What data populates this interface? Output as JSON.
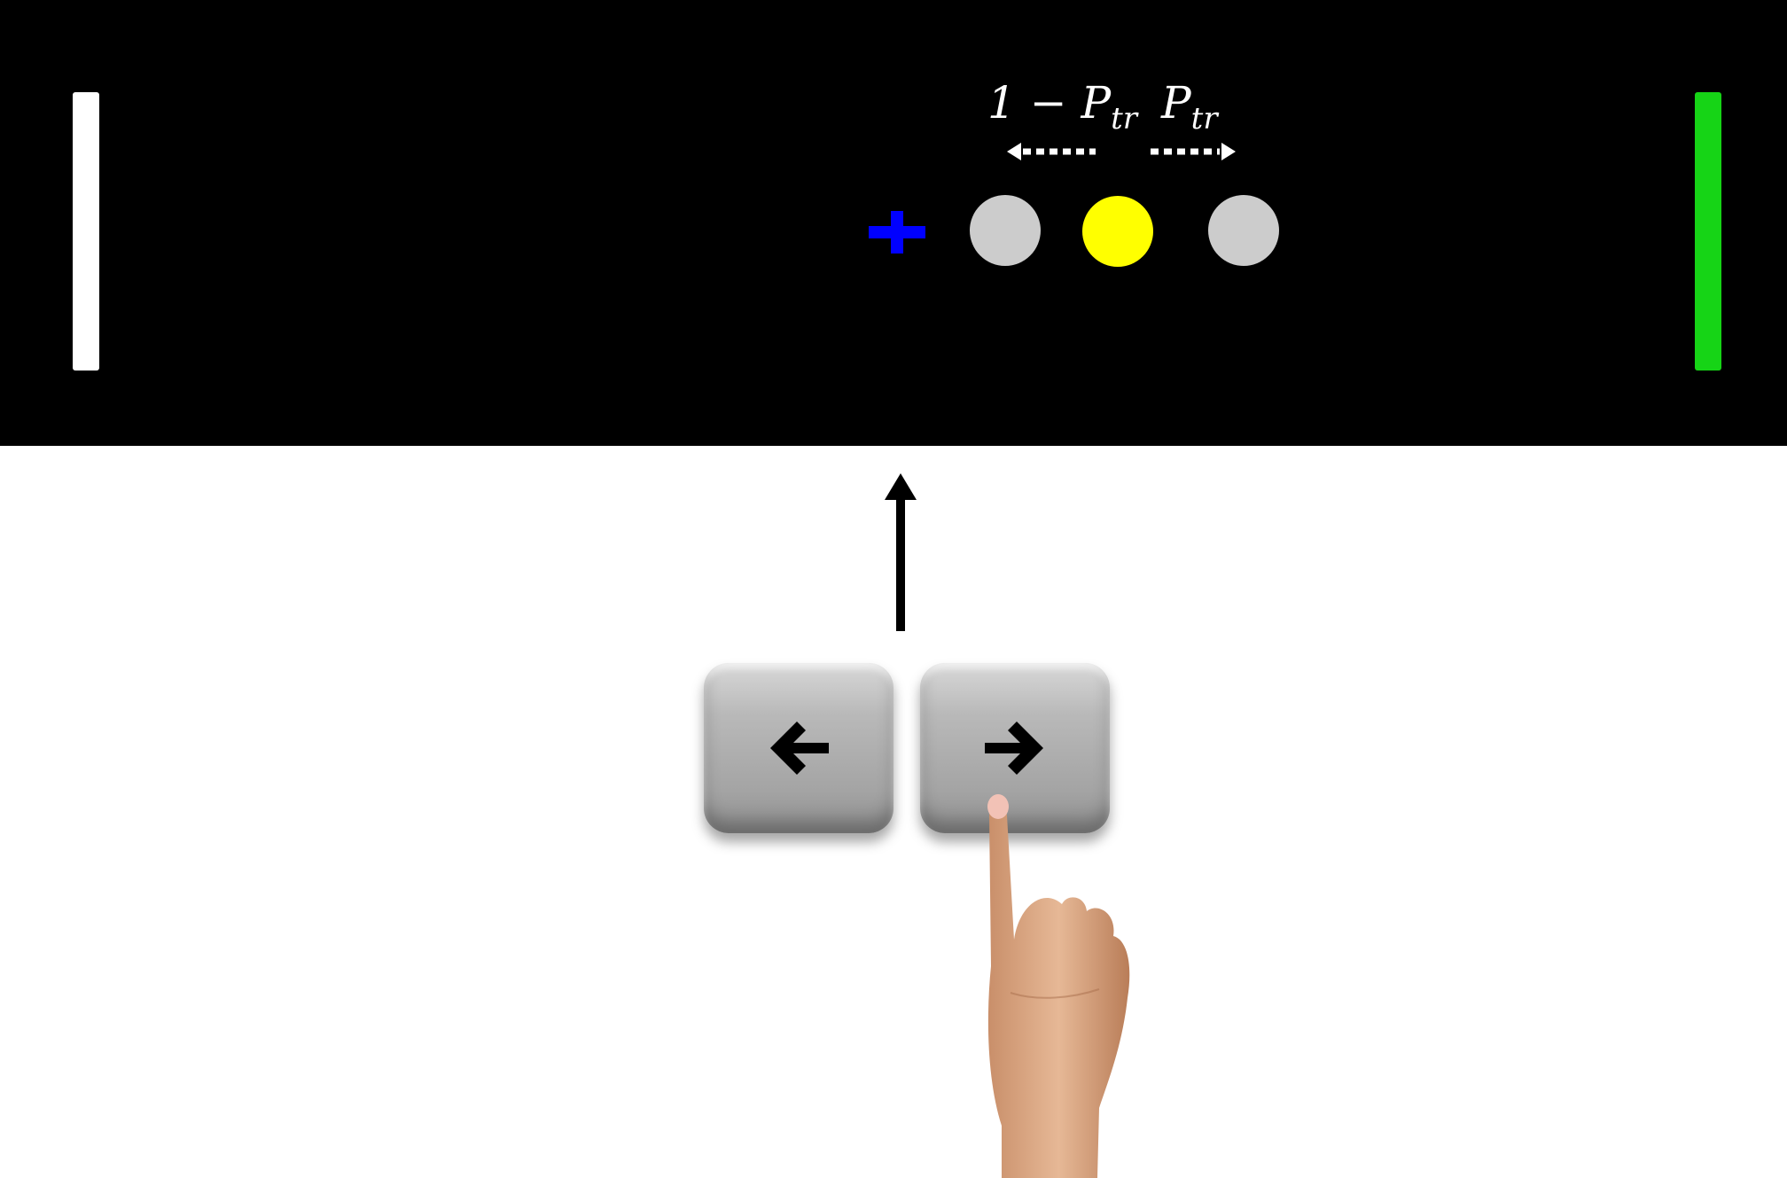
{
  "screen": {
    "background": "#000000",
    "bar_left_color": "#ffffff",
    "bar_right_color": "#16d416",
    "fixation_icon": "plus-icon",
    "fixation_color": "#0000ff",
    "dots": [
      {
        "id": "left",
        "color": "#cccccc"
      },
      {
        "id": "center",
        "color": "#ffff00"
      },
      {
        "id": "right",
        "color": "#cccccc"
      }
    ],
    "label_left": {
      "prefix": "1 − P",
      "sub": "tr"
    },
    "label_right": {
      "prefix": "P",
      "sub": "tr"
    }
  },
  "keyboard": {
    "keys": [
      {
        "id": "left",
        "icon": "arrow-left-icon"
      },
      {
        "id": "right",
        "icon": "arrow-right-icon"
      }
    ],
    "pressed_key": "right"
  }
}
